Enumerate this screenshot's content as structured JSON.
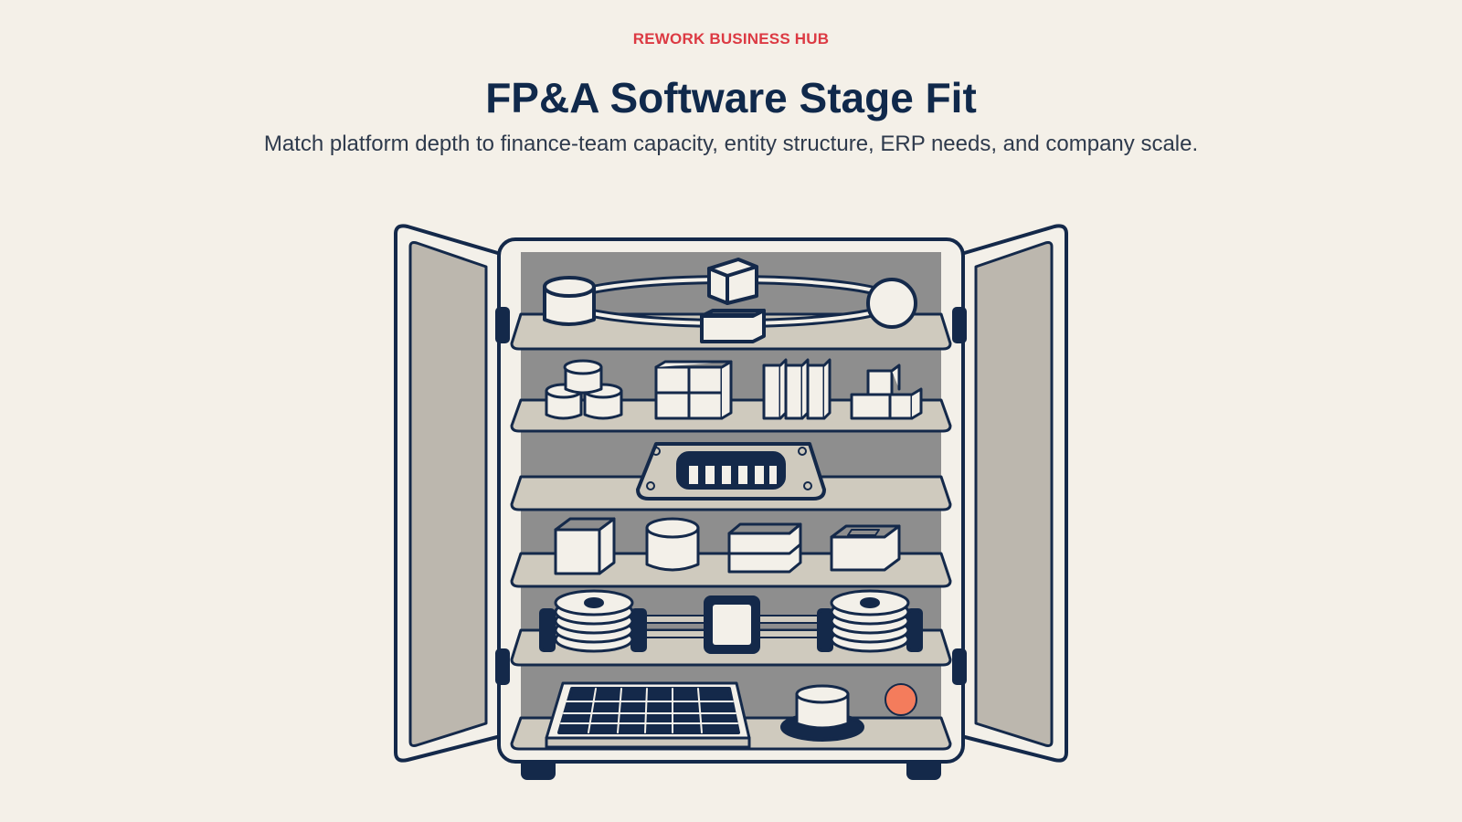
{
  "header": {
    "kicker": "REWORK BUSINESS HUB",
    "title": "FP&A Software Stage Fit",
    "subtitle": "Match platform depth to finance-team capacity, entity structure, ERP needs, and company scale."
  },
  "illustration": {
    "subject": "open-cabinet-with-shelves",
    "colors": {
      "outline": "#14294a",
      "panel": "#bcb7ae",
      "interior": "#8e8e8e",
      "shelf": "#cfcabe",
      "object": "#f3f0e9",
      "accent": "#f47c5c"
    }
  }
}
